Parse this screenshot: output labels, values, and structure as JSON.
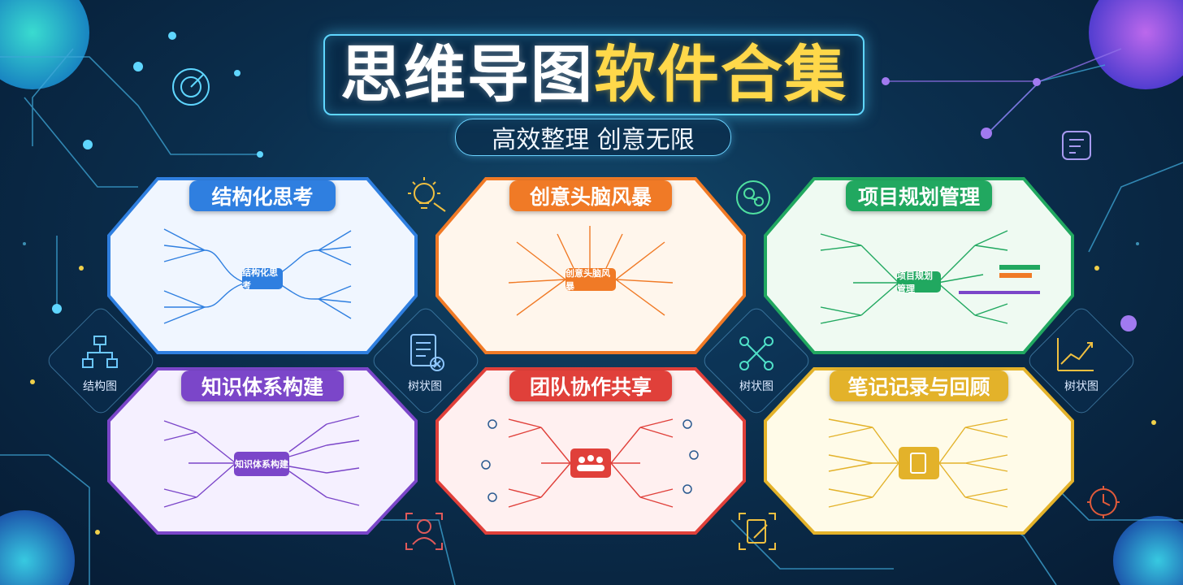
{
  "header": {
    "title_part1": "思维导图",
    "title_part2": "软件合集",
    "subtitle": "高效整理 创意无限"
  },
  "cards": [
    {
      "title": "结构化思考",
      "center": "结构化思考",
      "color": "#2f7fe0"
    },
    {
      "title": "创意头脑风暴",
      "center": "创意头脑风暴",
      "color": "#f07a26"
    },
    {
      "title": "项目规划管理",
      "center": "项目规划管理",
      "color": "#21a860"
    },
    {
      "title": "知识体系构建",
      "center": "知识体系构建",
      "color": "#7b46c9"
    },
    {
      "title": "团队协作共享",
      "center": "",
      "color": "#e0403a"
    },
    {
      "title": "笔记记录与回顾",
      "center": "",
      "color": "#e3b22a"
    }
  ],
  "side_labels": {
    "left": "结构图",
    "mid_left": "树状图",
    "mid_right": "树状图",
    "right": "树状图"
  },
  "icons": [
    "target-icon",
    "lightbulb-icon",
    "brain-icon",
    "flowchart-icon",
    "document-icon",
    "network-icon",
    "trend-chart-icon",
    "user-icon",
    "edit-note-icon",
    "clock-icon",
    "note-icon"
  ]
}
